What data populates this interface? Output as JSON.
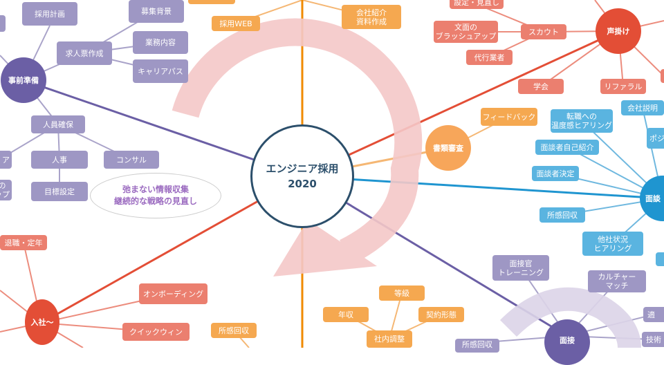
{
  "center": {
    "line1": "エンジニア採用",
    "line2": "2020"
  },
  "memo": {
    "line1": "弛まない情報収集",
    "line2": "継続的な戦略の見直し"
  },
  "colors": {
    "purple": "#6b5fa5",
    "orange": "#f08a00",
    "red": "#e34e36",
    "blue": "#1f95d0",
    "center": "#2c4f6b",
    "arrow": "#f4c8c8"
  },
  "prep": {
    "hub": "事前準備",
    "plan": "採用計画",
    "jd": "求人票作成",
    "bg": "募集背景",
    "duty": "業務内容",
    "career": "キャリアパス",
    "staff": "人員確保",
    "hr": "人事",
    "consult": "コンサル",
    "goal": "目標設定",
    "cut1": "ア",
    "cut2": "の\nップ"
  },
  "orange": {
    "web": "採用WEB",
    "deck": "会社紹介\n資料作成",
    "screen": "書類審査",
    "feedback": "フィードバック",
    "grade": "等級",
    "salary": "年収",
    "contract": "契約形態",
    "internal": "社内調整",
    "review": "所感回収"
  },
  "outreach": {
    "hub": "声掛け",
    "setting": "設定・見直し",
    "copy": "文面の\nブラッシュアップ",
    "scout": "スカウト",
    "agency": "代行業者",
    "conf": "学会",
    "referral": "リファラル"
  },
  "join": {
    "hub": "入社〜",
    "retire": "退職・定年",
    "onboard": "オンボーディング",
    "quickwin": "クイックウィン"
  },
  "casual": {
    "hub": "面談",
    "company": "会社説明",
    "pos": "ポジ",
    "temp": "転職への\n温度感ヒアリング",
    "intro": "面談者自己紹介",
    "decide": "面談者決定",
    "review": "所感回収",
    "other": "他社状況\nヒアリング"
  },
  "interview": {
    "hub": "面接",
    "training": "面接官\nトレーニング",
    "culture": "カルチャー\nマッチ",
    "cut": "適",
    "tech": "技術",
    "review": "所感回収"
  }
}
